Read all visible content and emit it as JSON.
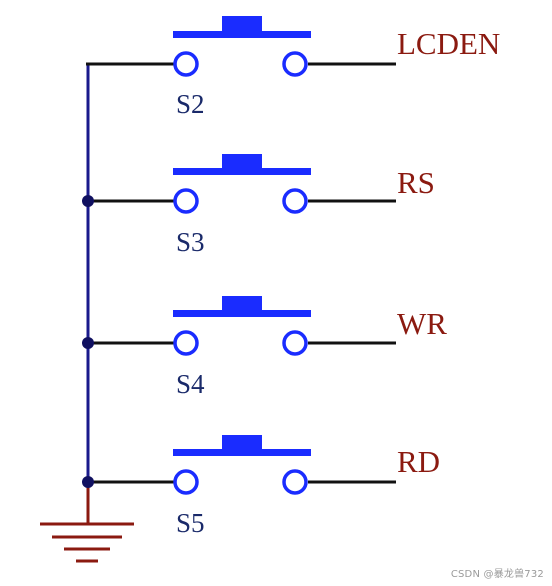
{
  "diagram": {
    "switches": [
      {
        "ref": "S2",
        "net": "LCDEN"
      },
      {
        "ref": "S3",
        "net": "RS"
      },
      {
        "ref": "S4",
        "net": "WR"
      },
      {
        "ref": "S5",
        "net": "RD"
      }
    ]
  },
  "colors": {
    "switch": "#1a2cff",
    "wire": "#111111",
    "bus": "#1a1a8c",
    "label": "#8b1a10",
    "ground": "#8b1a10"
  },
  "watermark": "CSDN @暴龙兽732"
}
